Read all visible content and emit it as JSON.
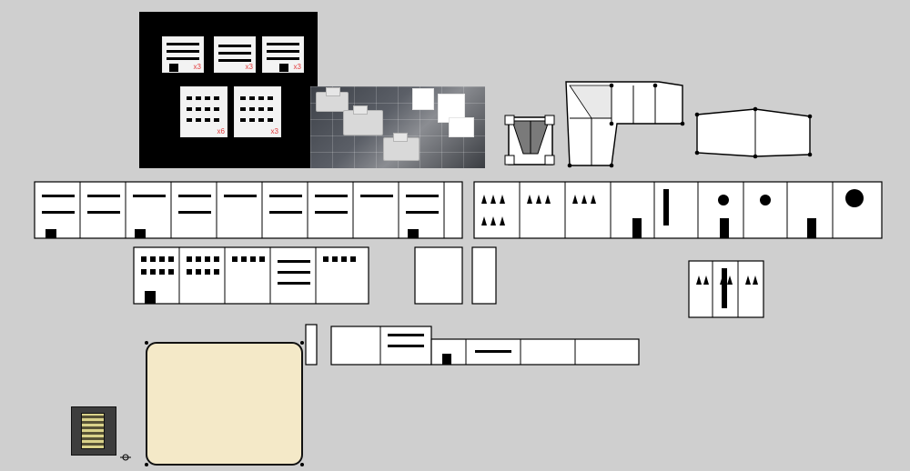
{
  "scene": {
    "background_color": "#cfcfcf",
    "reference_tiles": {
      "labels": [
        "x3",
        "x3",
        "x3",
        "x6",
        "x3"
      ],
      "label_color": "#e23a3a"
    },
    "icons": {
      "origin_axes": "origin-axes-icon"
    }
  }
}
